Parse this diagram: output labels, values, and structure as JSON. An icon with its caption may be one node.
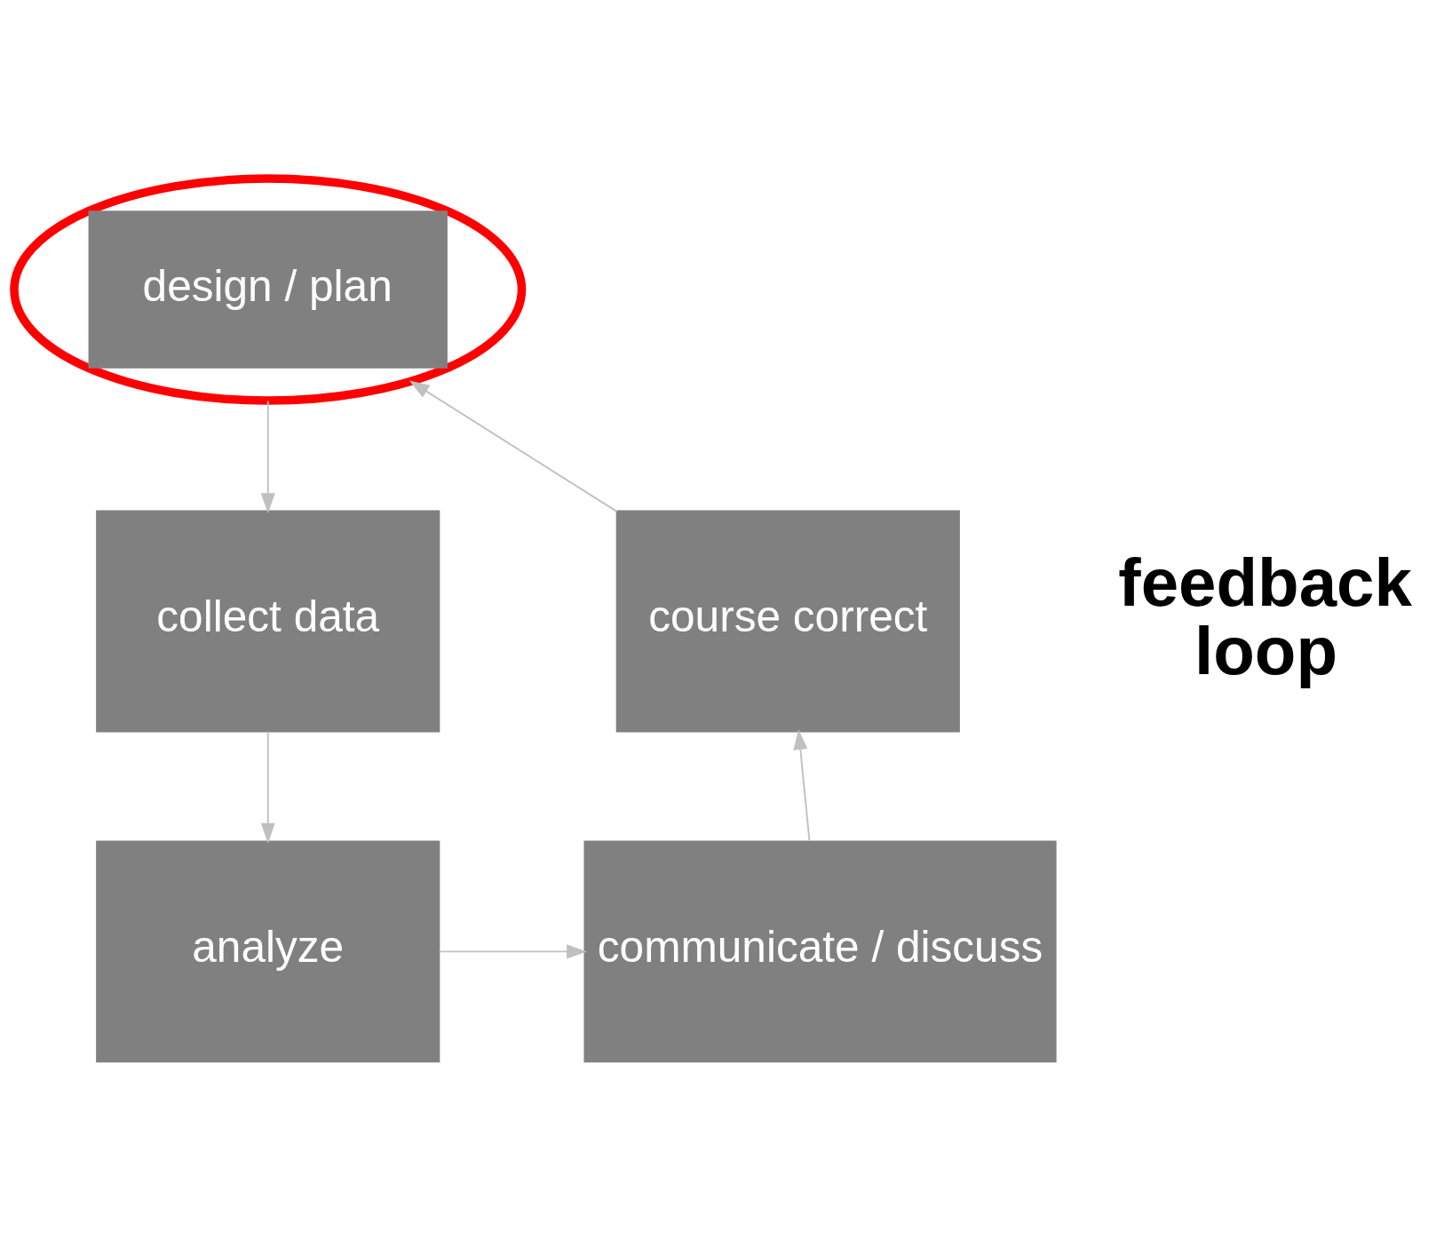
{
  "diagram": {
    "nodes": [
      {
        "text": [
          "design / plan"
        ]
      },
      {
        "text": [
          "collect data"
        ]
      },
      {
        "text": [
          "analyze"
        ]
      },
      {
        "text": [
          "communicate / discuss"
        ]
      },
      {
        "text": [
          "course correct"
        ]
      }
    ],
    "edges": [
      {
        "from": 0,
        "to": 1,
        "arrow": "to"
      },
      {
        "from": 1,
        "to": 2,
        "arrow": "to"
      },
      {
        "from": 2,
        "to": 3,
        "arrow": "to"
      },
      {
        "from": 3,
        "to": 4,
        "arrow": "to"
      },
      {
        "from": 4,
        "to": 0,
        "arrow": "to"
      }
    ],
    "labels": [
      "feedback loop"
    ]
  }
}
